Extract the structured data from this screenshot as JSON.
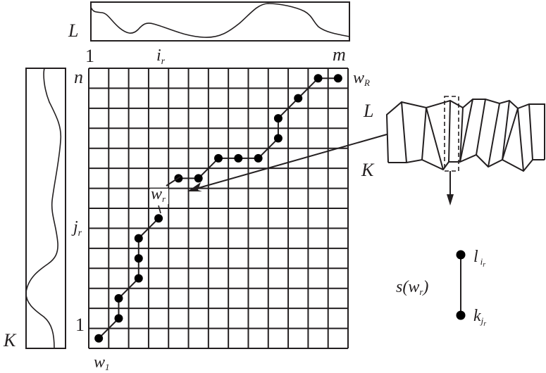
{
  "labels": {
    "top_series": "L",
    "left_series": "K",
    "x_start": "1",
    "x_mid": "i",
    "x_mid_sub": "r",
    "x_end": "m",
    "y_end": "n",
    "y_mid": "j",
    "y_mid_sub": "r",
    "y_start": "1",
    "w_first": "w",
    "w_first_sub": "1",
    "w_last": "w",
    "w_last_sub": "R",
    "w_mid": "w",
    "w_mid_sub": "r",
    "right_L": "L",
    "right_K": "K",
    "s_func": "s(w",
    "s_sub": "r",
    "s_close": ")",
    "l_label": "l",
    "l_sub": "i",
    "l_subsub": "r",
    "k_label": "k",
    "k_sub": "j",
    "k_subsub": "r"
  },
  "grid": {
    "columns": 13,
    "rows": 14
  },
  "warping_path": [
    [
      0,
      0
    ],
    [
      1,
      1
    ],
    [
      1,
      2
    ],
    [
      2,
      3
    ],
    [
      2,
      4
    ],
    [
      2,
      5
    ],
    [
      3,
      6
    ],
    [
      4,
      8
    ],
    [
      5,
      8
    ],
    [
      6,
      9
    ],
    [
      7,
      9
    ],
    [
      8,
      9
    ],
    [
      9,
      10
    ],
    [
      9,
      11
    ],
    [
      10,
      12
    ],
    [
      11,
      13
    ],
    [
      12,
      13
    ]
  ],
  "path_break_after_index": 6,
  "colors": {
    "ink": "#231f20"
  }
}
